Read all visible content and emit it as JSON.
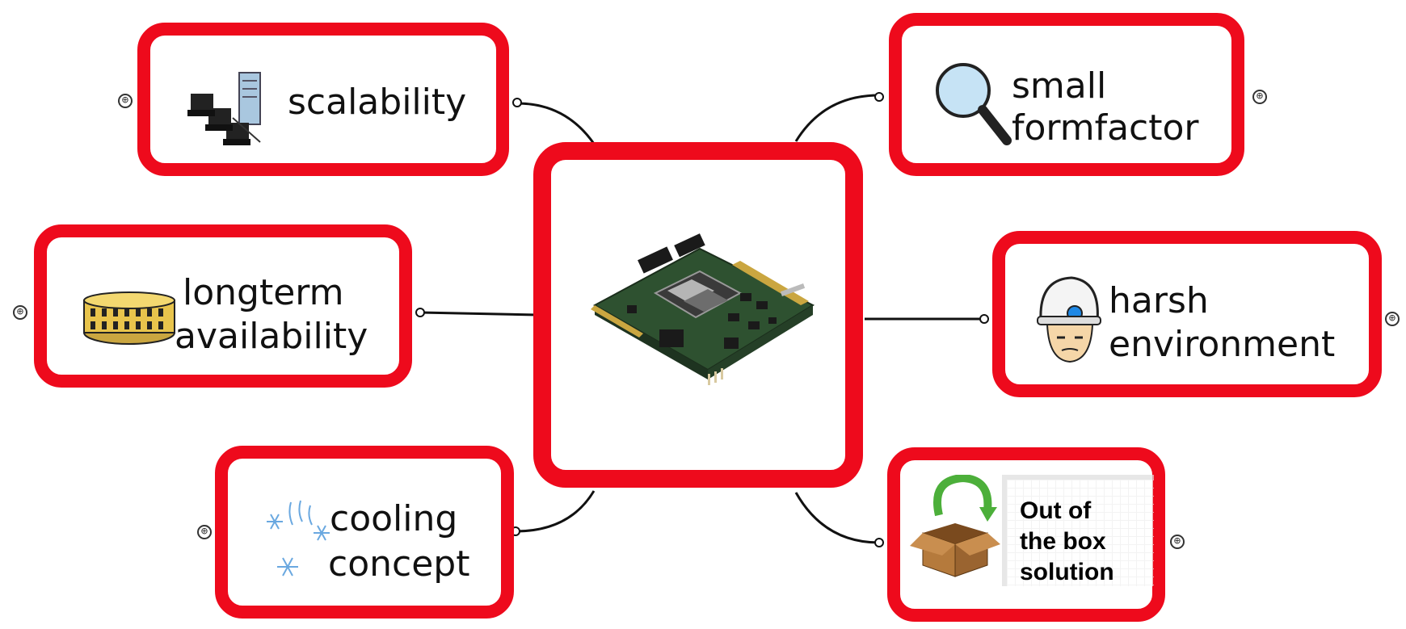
{
  "diagram": {
    "center": {
      "name": "embedded-board"
    },
    "nodes": {
      "scalability": {
        "label": "scalability",
        "icon": "server-network-icon"
      },
      "small_formfactor": {
        "line1": "small",
        "line2": "formfactor",
        "icon": "magnifier-icon"
      },
      "longterm_availability": {
        "line1": "longterm",
        "line2": "availability",
        "icon": "colosseum-icon"
      },
      "harsh_environment": {
        "line1": "harsh",
        "line2": "environment",
        "icon": "hardhat-worker-icon"
      },
      "cooling_concept": {
        "line1": "cooling",
        "line2": "concept",
        "icon": "snowflake-icon"
      },
      "out_of_box": {
        "line1": "Out of",
        "line2": "the box",
        "line3": "solution",
        "icon": "open-box-icon"
      }
    },
    "expander_symbol": "⊕",
    "colors": {
      "border": "#ee0a1c",
      "connector": "#111111",
      "text": "#111111"
    }
  }
}
